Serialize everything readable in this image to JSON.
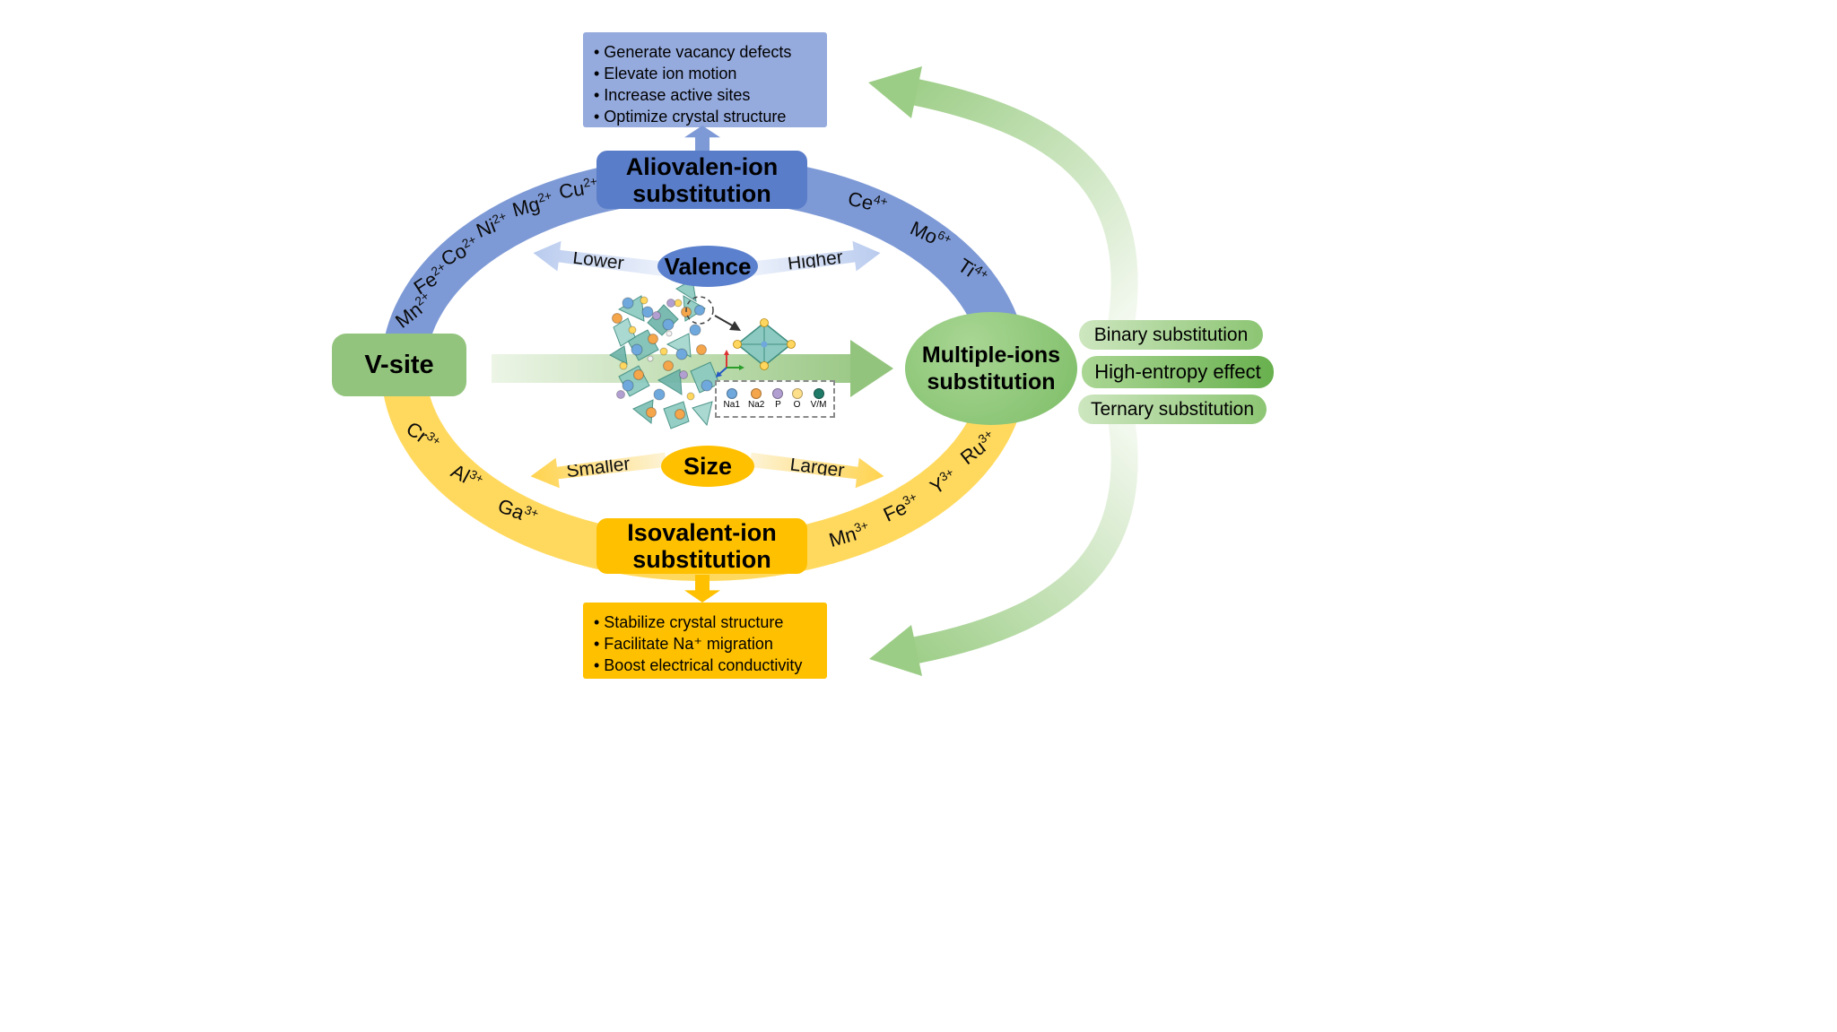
{
  "colors": {
    "blue_ring": "#7e9ad6",
    "blue_heading": "#5a7dc9",
    "blue_panel": "#95aadd",
    "blue_oval": "#5b80cd",
    "yellow_ring": "#ffd95e",
    "gold": "#ffc000",
    "green_box": "#93c47d",
    "green_oval": "#8cc87b",
    "green_arrow": "#9ccd86"
  },
  "top_panel": {
    "bullets": [
      "• Generate vacancy defects",
      "• Elevate ion motion",
      "• Increase active sites",
      "• Optimize crystal structure"
    ]
  },
  "bottom_panel": {
    "bullets": [
      "• Stabilize crystal structure",
      "• Facilitate Na⁺ migration",
      "• Boost electrical conductivity"
    ]
  },
  "aliovalent": {
    "line1": "Aliovalen-ion",
    "line2": "substitution"
  },
  "isovalent": {
    "line1": "Isovalent-ion",
    "line2": "substitution"
  },
  "v_site": {
    "label": "V-site"
  },
  "multiple_ions": {
    "line1": "Multiple-ions",
    "line2": "substitution"
  },
  "valence": {
    "title": "Valence",
    "left": "Lower",
    "right": "Higher"
  },
  "size": {
    "title": "Size",
    "left": "Smaller",
    "right": "Larger"
  },
  "ions": {
    "aliovalent_lower": [
      {
        "base": "Mn",
        "sup": "2+"
      },
      {
        "base": "Fe",
        "sup": "2+"
      },
      {
        "base": "Co",
        "sup": "2+"
      },
      {
        "base": "Ni",
        "sup": "2+"
      },
      {
        "base": "Mg",
        "sup": "2+"
      },
      {
        "base": "Cu",
        "sup": "2+"
      }
    ],
    "aliovalent_higher": [
      {
        "base": "Ce",
        "sup": "4+"
      },
      {
        "base": "Mo",
        "sup": "6+"
      },
      {
        "base": "Ti",
        "sup": "4+"
      }
    ],
    "isovalent_smaller": [
      {
        "base": "Cr",
        "sup": "3+"
      },
      {
        "base": "Al",
        "sup": "3+"
      },
      {
        "base": "Ga",
        "sup": "3+"
      }
    ],
    "isovalent_larger": [
      {
        "base": "Mn",
        "sup": "3+"
      },
      {
        "base": "Fe",
        "sup": "3+"
      },
      {
        "base": "Y",
        "sup": "3+"
      },
      {
        "base": "Ru",
        "sup": "3+"
      }
    ]
  },
  "banners": [
    "Binary substitution",
    "High-entropy effect",
    "Ternary substitution"
  ],
  "legend": {
    "items": [
      {
        "label": "Na1",
        "color": "#6fa8dc"
      },
      {
        "label": "Na2",
        "color": "#f5a54a"
      },
      {
        "label": "P",
        "color": "#b29fd1"
      },
      {
        "label": "O",
        "color": "#ffe08a"
      },
      {
        "label": "V/M",
        "color": "#1f7a68"
      }
    ]
  }
}
